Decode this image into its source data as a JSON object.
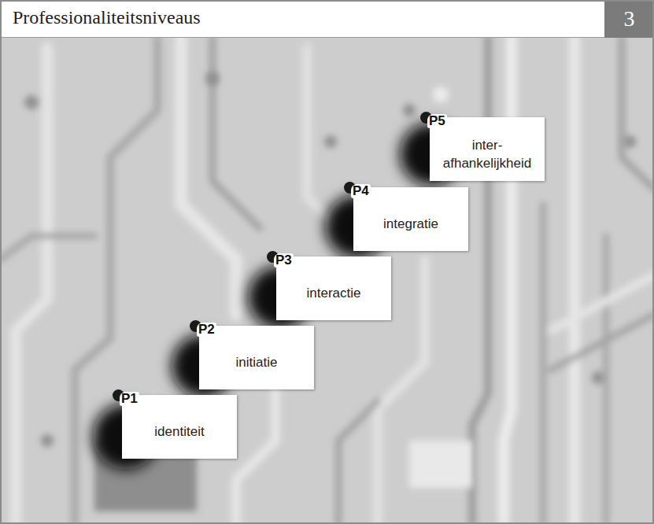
{
  "diagram": {
    "title": "Professionaliteitsniveaus",
    "nodes": [
      {
        "text": [
          "P1",
          "identiteit"
        ]
      },
      {
        "text": [
          "P2",
          "initiatie"
        ]
      },
      {
        "text": [
          "P3",
          "interactie"
        ]
      },
      {
        "text": [
          "P4",
          "integratie"
        ]
      },
      {
        "text": [
          "P5",
          "inter- afhankelijkheid"
        ]
      }
    ],
    "labels": [
      "3"
    ]
  }
}
